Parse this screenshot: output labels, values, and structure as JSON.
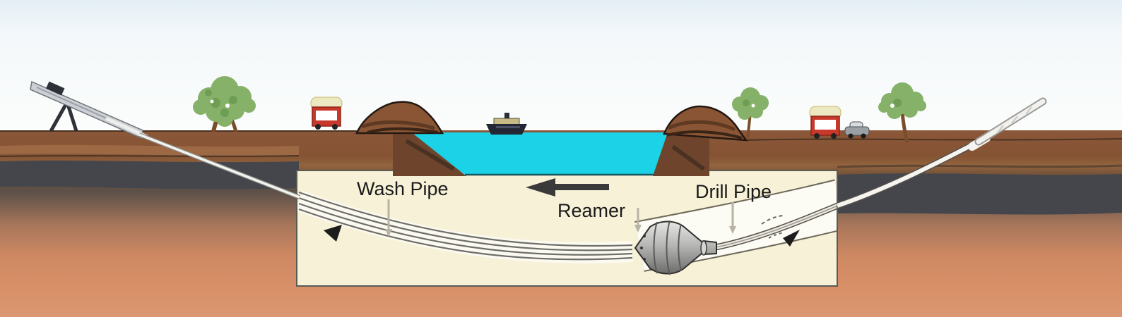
{
  "figure": {
    "type": "technical-diagram",
    "subject": "Horizontal directional drilling pullback with reamer under a river crossing",
    "labels": {
      "wash_pipe": "Wash Pipe",
      "reamer": "Reamer",
      "drill_pipe": "Drill Pipe"
    },
    "colors": {
      "sky": "#eef4f8",
      "water": "#1bd2e7",
      "soil_top_brown": "#8a5738",
      "soil_dark_stratum": "#45464c",
      "soil_deep_salmon": "#d88f68",
      "inset_bg": "#f7f1d7",
      "tree_foliage": "#86b168",
      "tree_trunk": "#7b4e2b",
      "truck_red": "#c8392b",
      "truck_roof": "#ece9c2",
      "arrow": "#3a3a3a",
      "pipe_light": "#f2f1ed",
      "label_text": "#1a1a1a"
    }
  }
}
